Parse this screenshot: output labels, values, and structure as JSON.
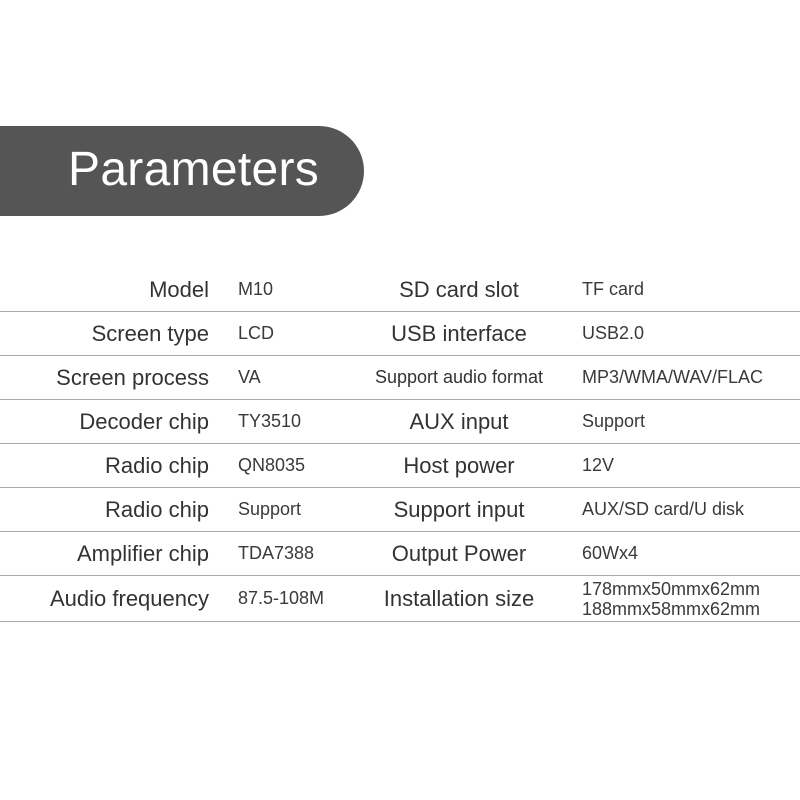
{
  "banner": {
    "title": "Parameters"
  },
  "rows": [
    {
      "label1": "Model",
      "value1": "M10",
      "label2": "SD card slot",
      "value2": "TF card"
    },
    {
      "label1": "Screen type",
      "value1": "LCD",
      "label2": "USB interface",
      "value2": "USB2.0"
    },
    {
      "label1": "Screen process",
      "value1": "VA",
      "label2": "Support audio format",
      "value2": "MP3/WMA/WAV/FLAC"
    },
    {
      "label1": "Decoder chip",
      "value1": "TY3510",
      "label2": "AUX input",
      "value2": "Support"
    },
    {
      "label1": "Radio chip",
      "value1": "QN8035",
      "label2": "Host power",
      "value2": "12V"
    },
    {
      "label1": "Radio chip",
      "value1": "Support",
      "label2": "Support input",
      "value2": "AUX/SD card/U disk"
    },
    {
      "label1": "Amplifier chip",
      "value1": "TDA7388",
      "label2": "Output Power",
      "value2": "60Wx4"
    },
    {
      "label1": "Audio frequency",
      "value1": "87.5-108M",
      "label2": "Installation size",
      "value2": "178mmx50mmx62mm",
      "value2b": "188mmx58mmx62mm"
    }
  ]
}
